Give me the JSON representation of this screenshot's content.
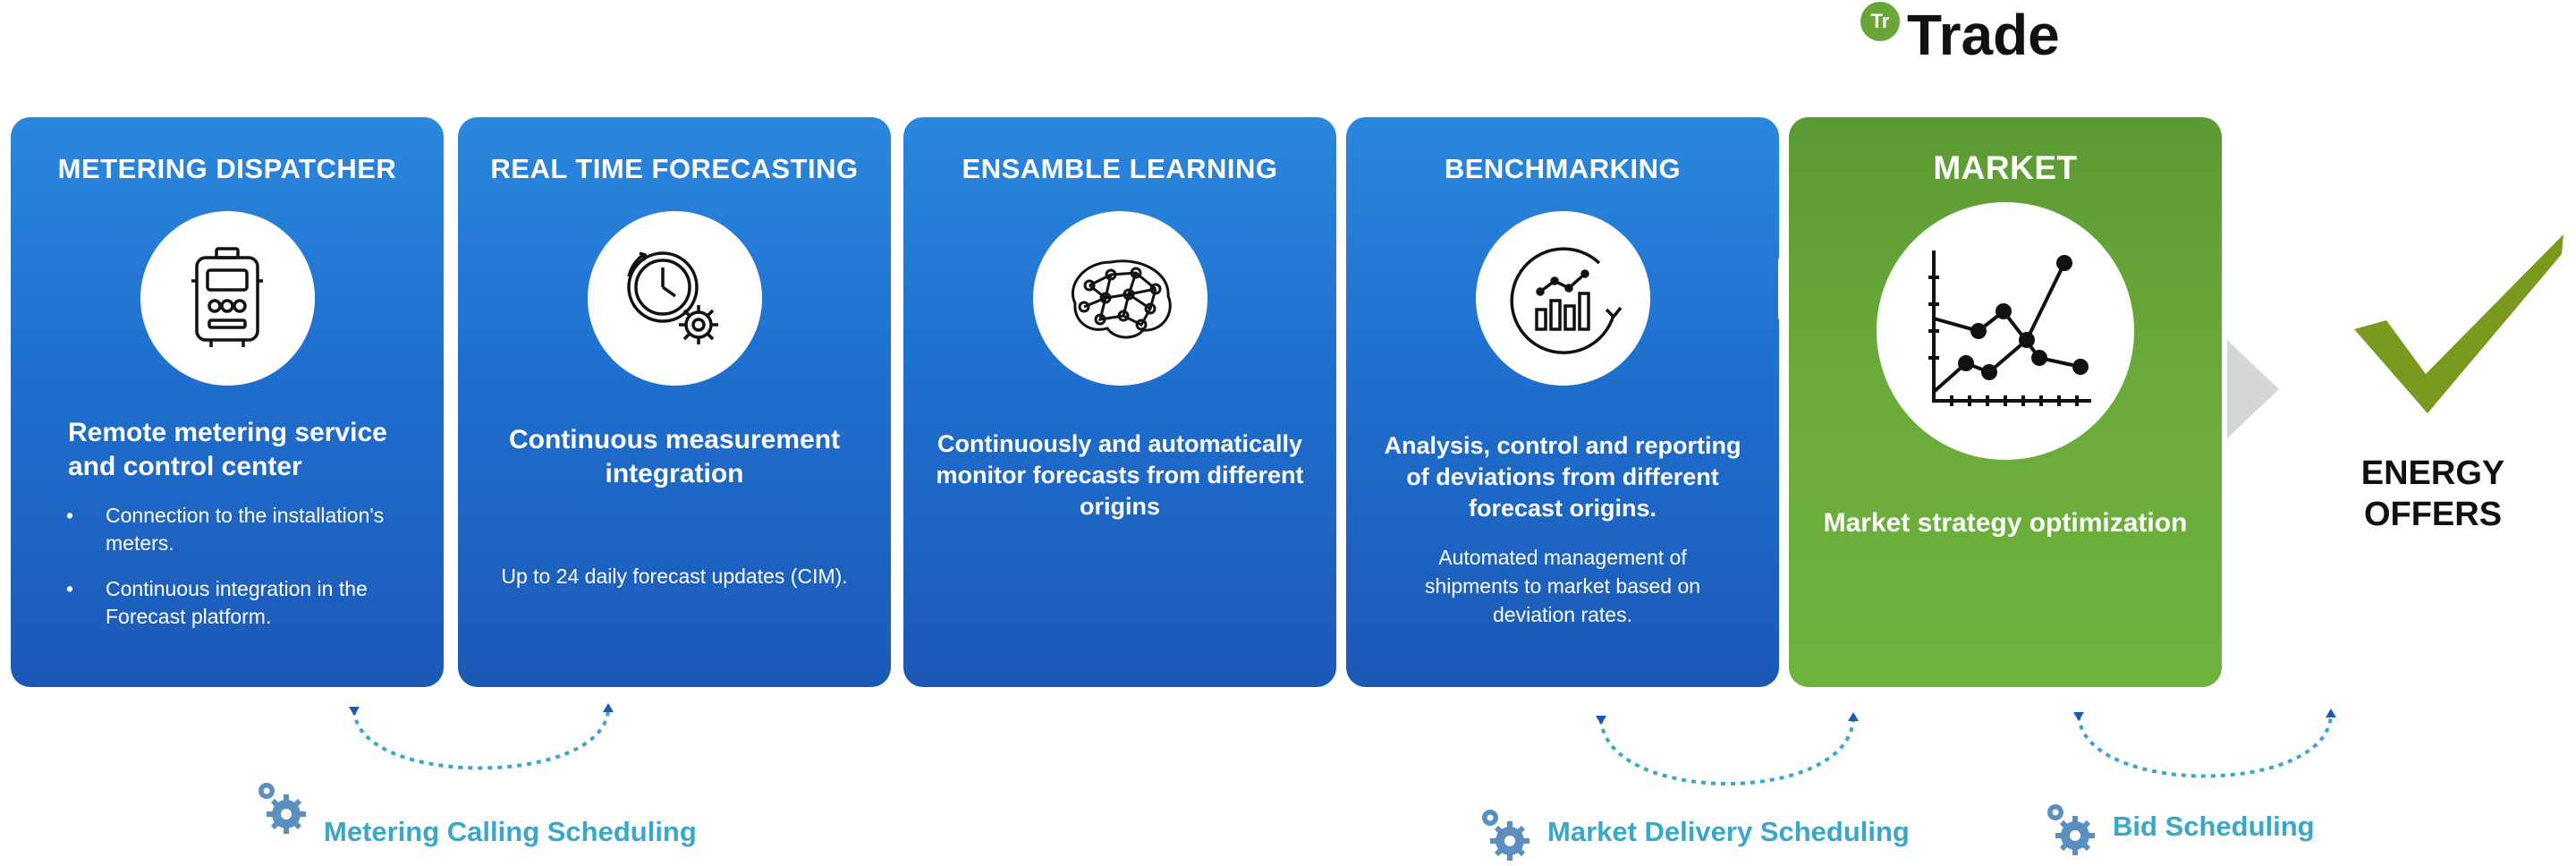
{
  "brand": {
    "badge": "Tr",
    "name": "Trade"
  },
  "cards": [
    {
      "title": "METERING DISPATCHER",
      "icon": "meter-device-icon",
      "heading": "Remote metering service and control center",
      "bullets": [
        "Connection to the installation's meters.",
        "Continuous integration in the Forecast platform."
      ]
    },
    {
      "title": "REAL TIME FORECASTING",
      "icon": "clock-gear-icon",
      "heading": "Continuous measurement integration",
      "text": "Up to 24 daily forecast updates (CIM)."
    },
    {
      "title": "ENSAMBLE LEARNING",
      "icon": "brain-network-icon",
      "heading": "Continuously and automatically monitor forecasts from different origins"
    },
    {
      "title": "BENCHMARKING",
      "icon": "chart-cycle-icon",
      "heading": "Analysis, control and reporting of deviations from different forecast origins.",
      "text": "Automated management of shipments to market based on deviation rates."
    },
    {
      "title": "MARKET",
      "icon": "line-chart-icon",
      "heading": "Market strategy optimization"
    }
  ],
  "result": {
    "label": "ENERGY OFFERS",
    "icon": "checkmark-icon"
  },
  "schedules": [
    {
      "label": "Metering Calling Scheduling"
    },
    {
      "label": "Market Delivery Scheduling"
    },
    {
      "label": "Bid Scheduling"
    }
  ],
  "colors": {
    "blue": "#1f6fce",
    "green": "#6aaa3a",
    "teal": "#3aa7c8",
    "check": "#7a9a1e"
  }
}
